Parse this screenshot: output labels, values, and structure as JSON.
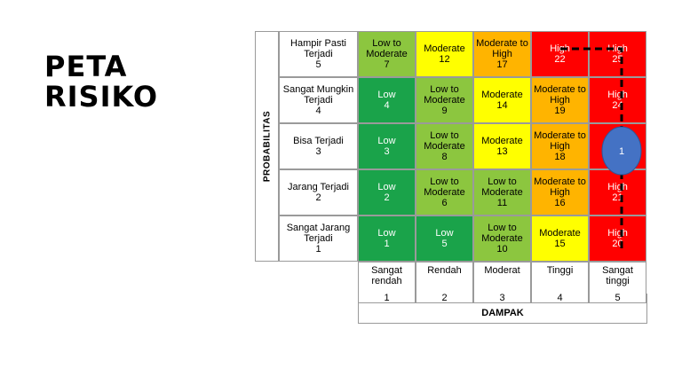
{
  "title": {
    "line1": "PETA",
    "line2": "RISIKO"
  },
  "axes": {
    "probability": "PROBABILITAS",
    "impact": "DAMPAK"
  },
  "rows": [
    {
      "name": "Hampir Pasti Terjadi",
      "num": "5",
      "cells": [
        {
          "label": "Low to Moderate",
          "score": "7",
          "level": "lowmod"
        },
        {
          "label": "Moderate",
          "score": "12",
          "level": "moderate"
        },
        {
          "label": "Moderate to High",
          "score": "17",
          "level": "modhigh"
        },
        {
          "label": "High",
          "score": "22",
          "level": "high"
        },
        {
          "label": "High",
          "score": "25",
          "level": "high"
        }
      ]
    },
    {
      "name": "Sangat Mungkin Terjadi",
      "num": "4",
      "cells": [
        {
          "label": "Low",
          "score": "4",
          "level": "low"
        },
        {
          "label": "Low to Moderate",
          "score": "9",
          "level": "lowmod"
        },
        {
          "label": "Moderate",
          "score": "14",
          "level": "moderate"
        },
        {
          "label": "Moderate to High",
          "score": "19",
          "level": "modhigh"
        },
        {
          "label": "High",
          "score": "24",
          "level": "high"
        }
      ]
    },
    {
      "name": "Bisa Terjadi",
      "num": "3",
      "cells": [
        {
          "label": "Low",
          "score": "3",
          "level": "low"
        },
        {
          "label": "Low to Moderate",
          "score": "8",
          "level": "lowmod"
        },
        {
          "label": "Moderate",
          "score": "13",
          "level": "moderate"
        },
        {
          "label": "Moderate to High",
          "score": "18",
          "level": "modhigh"
        },
        {
          "label": "",
          "score": "",
          "level": "high"
        }
      ]
    },
    {
      "name": "Jarang Terjadi",
      "num": "2",
      "cells": [
        {
          "label": "Low",
          "score": "2",
          "level": "low"
        },
        {
          "label": "Low to Moderate",
          "score": "6",
          "level": "lowmod"
        },
        {
          "label": "Low to Moderate",
          "score": "11",
          "level": "lowmod"
        },
        {
          "label": "Moderate to High",
          "score": "16",
          "level": "modhigh"
        },
        {
          "label": "High",
          "score": "21",
          "level": "high"
        }
      ]
    },
    {
      "name": "Sangat Jarang Terjadi",
      "num": "1",
      "cells": [
        {
          "label": "Low",
          "score": "1",
          "level": "low"
        },
        {
          "label": "Low",
          "score": "5",
          "level": "low"
        },
        {
          "label": "Low to Moderate",
          "score": "10",
          "level": "lowmod"
        },
        {
          "label": "Moderate",
          "score": "15",
          "level": "moderate"
        },
        {
          "label": "High",
          "score": "20",
          "level": "high"
        }
      ]
    }
  ],
  "columns": [
    {
      "name": "Sangat rendah",
      "num": "1"
    },
    {
      "name": "Rendah",
      "num": "2"
    },
    {
      "name": "Moderat",
      "num": "3"
    },
    {
      "name": "Tinggi",
      "num": "4"
    },
    {
      "name": "Sangat tinggi",
      "num": "5"
    }
  ],
  "marker": {
    "label": "1",
    "color": "#4472c4"
  },
  "colors": {
    "low": "#1aa34a",
    "lowmod": "#8cc63f",
    "moderate": "#ffff00",
    "modhigh": "#ffb400",
    "high": "#ff0000"
  }
}
